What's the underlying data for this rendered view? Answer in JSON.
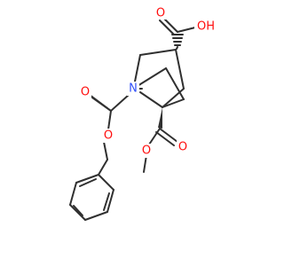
{
  "atoms": {
    "o_carbonyl_acid": "O",
    "oh_acid": "OH",
    "n_ring": "N",
    "o_cbz_carbonyl": "O",
    "o_cbz_ether": "O",
    "o_ester_carbonyl": "O",
    "o_ester_ether": "O"
  },
  "colors": {
    "bond": "#303030",
    "oxygen": "#ff0d0d",
    "nitrogen": "#3050f8",
    "background": "#ffffff"
  }
}
